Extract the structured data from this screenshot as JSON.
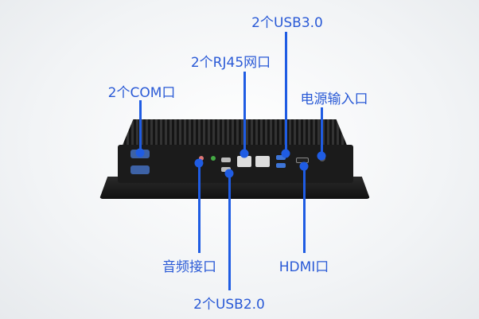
{
  "labels": {
    "usb3": "2个USB3.0",
    "rj45": "2个RJ45网口",
    "com": "2个COM口",
    "power": "电源输入口",
    "audio": "音频接口",
    "usb2": "2个USB2.0",
    "hdmi": "HDMI口"
  },
  "colors": {
    "label": "#2a5ad6",
    "line": "#1f5ce3",
    "device": "#1b1b1b"
  }
}
